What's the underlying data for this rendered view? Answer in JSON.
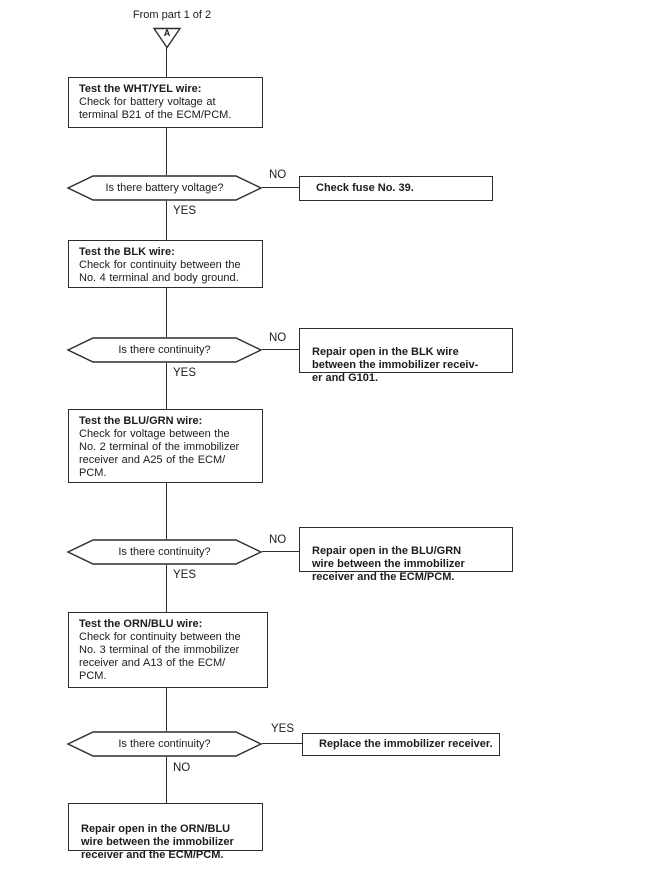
{
  "page": {
    "background": "#ffffff",
    "ink": "#1c1c1c",
    "line_color": "#2d2d2d"
  },
  "entry": {
    "label": "From part 1 of 2",
    "connector": "A"
  },
  "process_boxes": [
    {
      "title": "Test the WHT/YEL wire:",
      "body": "Check for battery voltage at\nterminal B21 of the ECM/PCM."
    },
    {
      "title": "Test the BLK wire:",
      "body": "Check for continuity between the\nNo. 4 terminal and body ground."
    },
    {
      "title": "Test the BLU/GRN wire:",
      "body": "Check for voltage between the\nNo. 2 terminal of the immobilizer\nreceiver and A25 of the ECM/\nPCM."
    },
    {
      "title": "Test the ORN/BLU wire:",
      "body": "Check for continuity between the\nNo. 3 terminal of the immobilizer\nreceiver and A13 of the ECM/\nPCM."
    }
  ],
  "decisions": [
    {
      "question": "Is there battery voltage?",
      "side_label": "NO",
      "down_label": "YES"
    },
    {
      "question": "Is there continuity?",
      "side_label": "NO",
      "down_label": "YES"
    },
    {
      "question": "Is there continuity?",
      "side_label": "NO",
      "down_label": "YES"
    },
    {
      "question": "Is there continuity?",
      "side_label": "YES",
      "down_label": "NO"
    }
  ],
  "action_boxes": [
    {
      "text": "Check fuse No. 39."
    },
    {
      "text": "Repair open in the BLK wire\nbetween the immobilizer receiv-\ner and G101."
    },
    {
      "text": "Repair open in the BLU/GRN\nwire between the immobilizer\nreceiver and the ECM/PCM."
    },
    {
      "text": "Replace the immobilizer receiver."
    }
  ],
  "final_box": {
    "text": "Repair open in the ORN/BLU\nwire between the immobilizer\nreceiver and the ECM/PCM."
  }
}
